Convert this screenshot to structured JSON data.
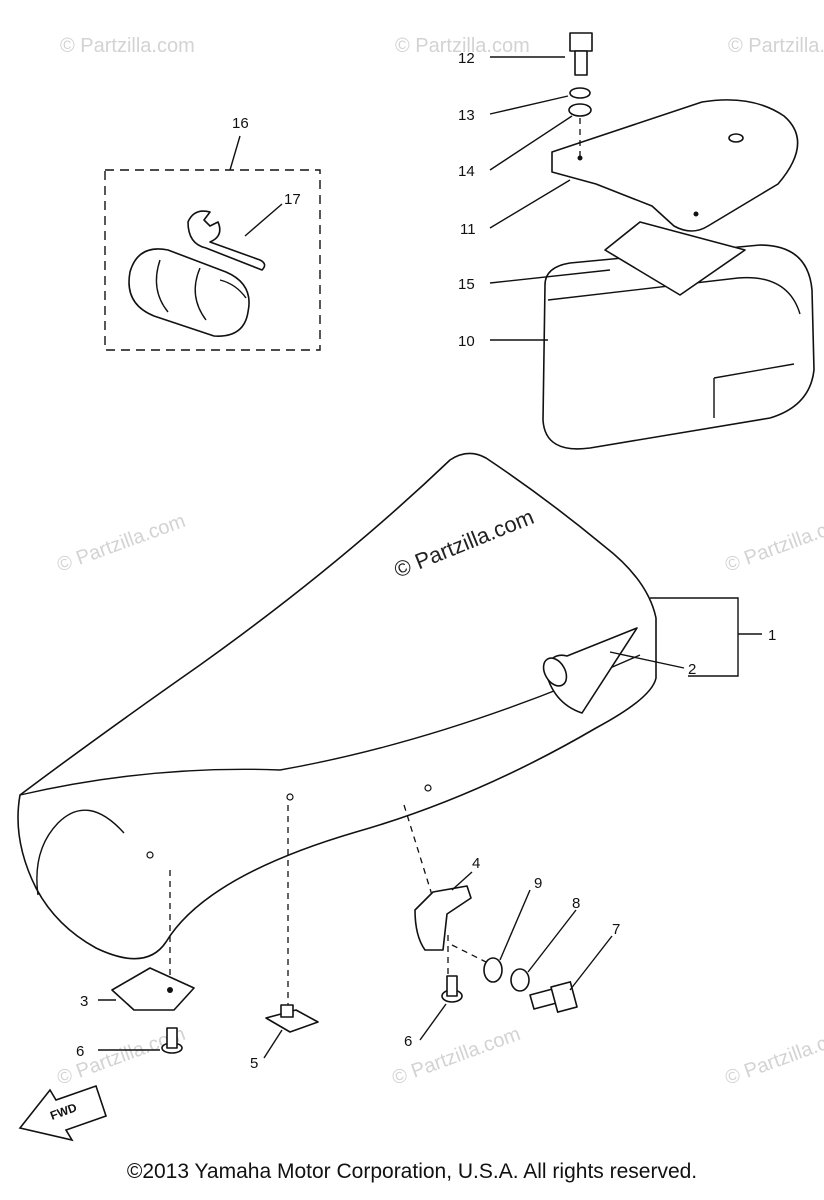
{
  "watermarks": {
    "small": "© Partzilla.com",
    "center": "© Partzilla.com"
  },
  "callouts": [
    "1",
    "2",
    "3",
    "4",
    "5",
    "6",
    "6",
    "7",
    "8",
    "9",
    "10",
    "11",
    "12",
    "13",
    "14",
    "15",
    "16",
    "17"
  ],
  "fwd_label": "FWD",
  "copyright": "©2013 Yamaha Motor Corporation, U.S.A. All rights reserved."
}
